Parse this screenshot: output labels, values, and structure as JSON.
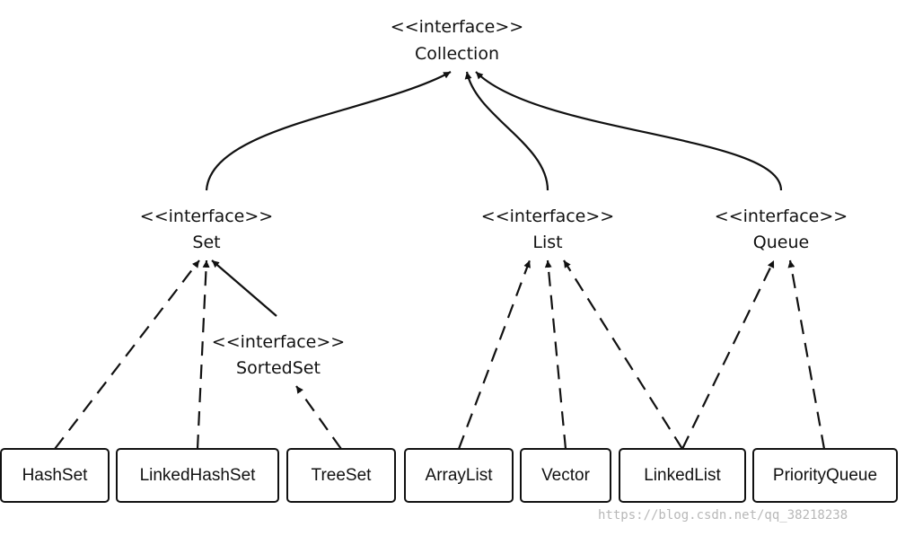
{
  "interfaces": {
    "collection": {
      "stereotype": "<<interface>>",
      "name": "Collection"
    },
    "set": {
      "stereotype": "<<interface>>",
      "name": "Set"
    },
    "list": {
      "stereotype": "<<interface>>",
      "name": "List"
    },
    "queue": {
      "stereotype": "<<interface>>",
      "name": "Queue"
    },
    "sortedset": {
      "stereotype": "<<interface>>",
      "name": "SortedSet"
    }
  },
  "classes": {
    "hashset": "HashSet",
    "linkedhashset": "LinkedHashSet",
    "treeset": "TreeSet",
    "arraylist": "ArrayList",
    "vector": "Vector",
    "linkedlist": "LinkedList",
    "priorityqueue": "PriorityQueue"
  },
  "watermark": "https://blog.csdn.net/qq_38218238"
}
